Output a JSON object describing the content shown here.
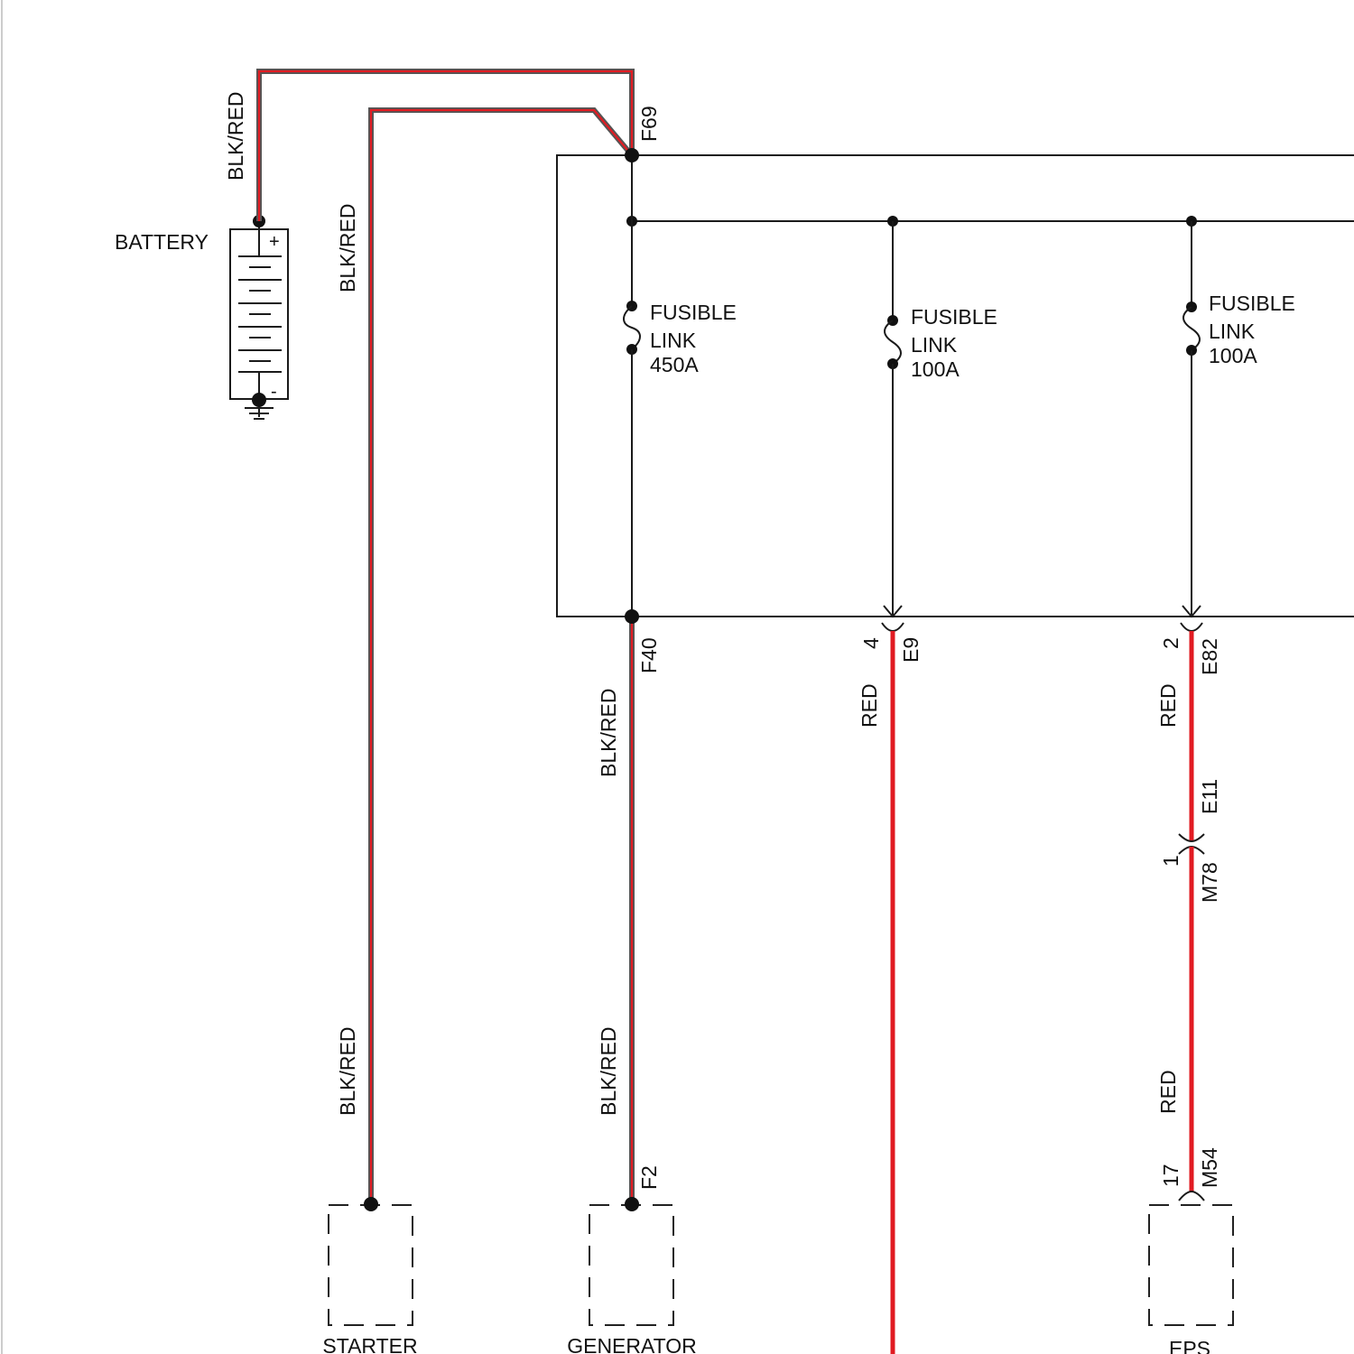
{
  "battery": {
    "label": "BATTERY",
    "plus": "+",
    "minus": "-"
  },
  "wires": {
    "battery_top": "BLK/RED",
    "starter_upper": "BLK/RED",
    "starter_lower": "BLK/RED",
    "generator_upper": "BLK/RED",
    "generator_lower": "BLK/RED",
    "e9_wire": "RED",
    "e82_wire": "RED",
    "eps_wire": "RED"
  },
  "connectors": {
    "f69": "F69",
    "f40": "F40",
    "f2": "F2",
    "e9": "E9",
    "e9_pin": "4",
    "e82": "E82",
    "e82_pin": "2",
    "e11": "E11",
    "m78": "M78",
    "m78_pin": "1",
    "m54": "M54",
    "m54_pin": "17"
  },
  "fuses": [
    {
      "line1": "FUSIBLE",
      "line2": "LINK",
      "rating": "450A"
    },
    {
      "line1": "FUSIBLE",
      "line2": "LINK",
      "rating": "100A"
    },
    {
      "line1": "FUSIBLE",
      "line2": "LINK",
      "rating": "100A"
    }
  ],
  "components": {
    "starter": "STARTER",
    "generator": "GENERATOR",
    "eps": "EPS"
  },
  "colors": {
    "wire_red": "#e11b22",
    "wire_black": "#555555",
    "line": "#1a1a1a"
  }
}
